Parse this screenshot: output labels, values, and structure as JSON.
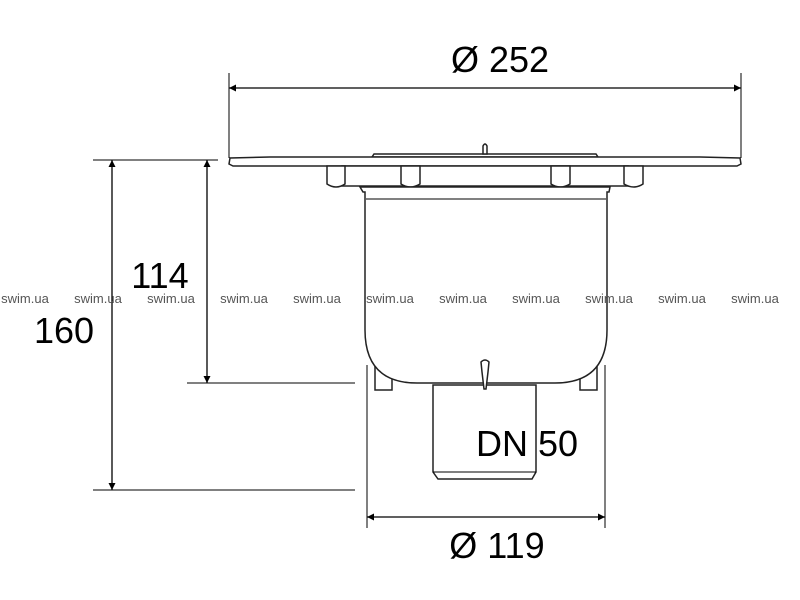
{
  "drawing": {
    "dimensions": {
      "top_diameter": "Ø 252",
      "height_upper": "114",
      "height_total": "160",
      "outlet": "DN 50",
      "body_diameter": "Ø 119"
    },
    "watermark": "swim.ua",
    "watermark_count": 11,
    "colors": {
      "line": "#000000",
      "watermark": "#555555",
      "background": "#ffffff"
    }
  }
}
